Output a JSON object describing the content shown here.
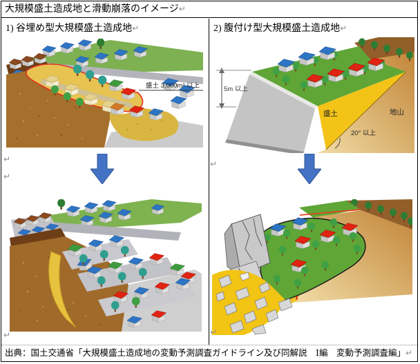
{
  "document": {
    "title": "大規模盛土造成地と滑動崩落のイメージ",
    "caption": "出典：国土交通省「大規模盛土造成地の変動予測調査ガイドライン及び同解説　Ⅰ編　変動予測調査編」",
    "return_mark": "↵"
  },
  "left_panel": {
    "header": "1)  谷埋め型大規模盛土造成地",
    "before_figure": {
      "fill_area_label": "盛土 3,000m² 以上"
    }
  },
  "right_panel": {
    "header": "2)  腹付け型大規模盛土造成地",
    "before_figure": {
      "height_label": "5m 以上",
      "fill_label": "盛土",
      "natural_ground_label": "地山",
      "slope_angle_label": "20° 以上"
    }
  },
  "colors": {
    "arrow_blue": "#4472C4",
    "fill_yellow": "#F3C318",
    "outline_red": "#E03020"
  }
}
